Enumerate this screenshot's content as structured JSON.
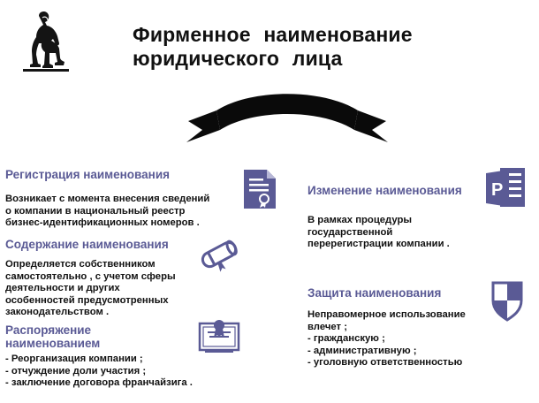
{
  "title": {
    "line1": "Фирменное   наименование",
    "line2": "юридического   лица"
  },
  "sections": {
    "registration": {
      "heading": "Регистрация   наименования",
      "lines": [
        "Возникает  с момента  внесения  сведений",
        "о компании  в национальный   реестр",
        "бизнес-идентификационных    номеров  ."
      ]
    },
    "content": {
      "heading": "Содержание  наименования",
      "lines": [
        "Определяется  собственником",
        "самостоятельно   , с учетом  сферы",
        "деятельности   и других",
        "особенностей   предусмотренных",
        "законодательством  ."
      ]
    },
    "disposal": {
      "heading_line1": "Распоряжение",
      "heading_line2": "наименованием",
      "lines": [
        "- Реорганизация    компании  ;",
        "- отчуждение   доли  участия  ;",
        "- заключение   договора  франчайзига  ."
      ]
    },
    "change": {
      "heading": "Изменение   наименования",
      "lines": [
        "В рамках  процедуры",
        "государственной",
        "перерегистрации     компании  ."
      ]
    },
    "protection": {
      "heading": "Защита  наименования",
      "lines": [
        "Неправомерное    использование",
        "влечет ;",
        "- гражданскую  ;",
        "- административную   ;",
        "- уголовную  ответственностью"
      ]
    }
  },
  "icons": {
    "thinker": "thinker-statue-icon",
    "banner": "ribbon-banner",
    "certificate": "certificate-icon",
    "scroll": "diploma-scroll-icon",
    "award": "award-certificate-icon",
    "powerpoint": "powerpoint-icon",
    "shield": "shield-icon"
  },
  "colors": {
    "accent": "#5a5a95",
    "text": "#111111",
    "banner": "#0a0a0a"
  }
}
